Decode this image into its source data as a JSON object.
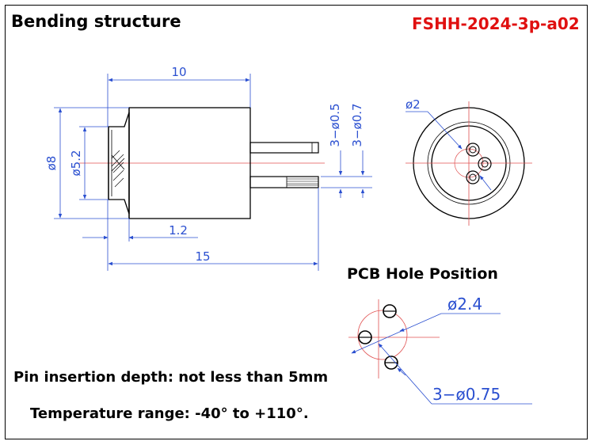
{
  "header": {
    "title": "Bending structure",
    "model_code": "FSHH-2024-3p-a02"
  },
  "side_view": {
    "dims": {
      "length_top": "10",
      "length_total": "15",
      "diameter_outer": "ø8",
      "diameter_inner": "ø5.2",
      "offset": "1.2",
      "pin_dia_a": "3−ø0.5",
      "pin_dia_b": "3−ø0.7"
    }
  },
  "end_view": {
    "dims": {
      "pin_circle": "ø2"
    }
  },
  "pcb": {
    "title": "PCB Hole Position",
    "dims": {
      "circle": "ø2.4",
      "holes": "3−ø0.75"
    }
  },
  "notes": {
    "insertion_depth": "Pin insertion depth: not less than 5mm",
    "temperature": "Temperature range: -40° to +110°."
  },
  "colors": {
    "dimension": "#2a4fd0",
    "centerline": "#e05050",
    "title_accent": "#e01010"
  }
}
